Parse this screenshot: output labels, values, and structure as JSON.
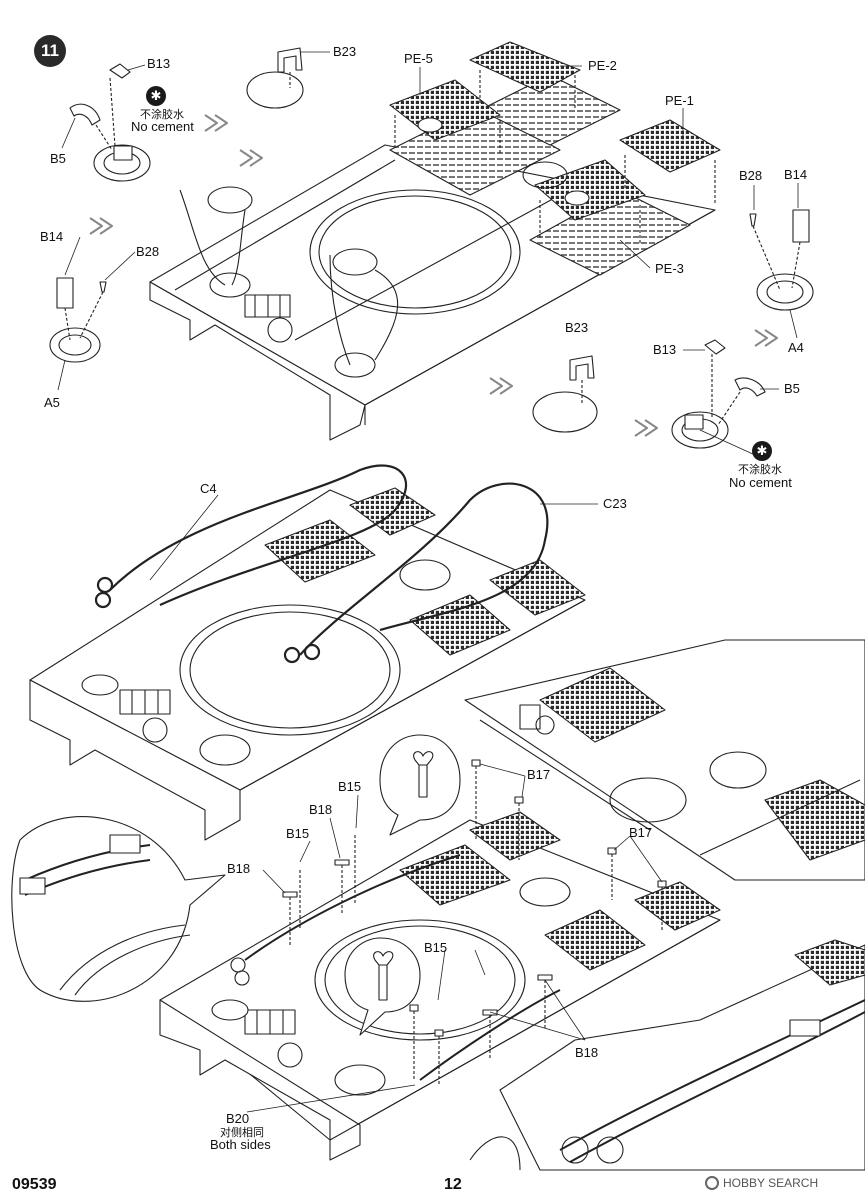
{
  "step": {
    "number": "11"
  },
  "labels": {
    "b13_top": "B13",
    "b23_top": "B23",
    "b5_top": "B5",
    "b14_left": "B14",
    "b28_left": "B28",
    "a5": "A5",
    "pe5": "PE-5",
    "pe2": "PE-2",
    "pe1": "PE-1",
    "pe3": "PE-3",
    "b28_right": "B28",
    "b14_right": "B14",
    "a4": "A4",
    "b23_mid": "B23",
    "b13_mid": "B13",
    "b5_mid": "B5",
    "c4": "C4",
    "c23": "C23",
    "b17_a": "B17",
    "b17_b": "B17",
    "b15_a": "B15",
    "b15_b": "B15",
    "b15_c": "B15",
    "b18_a": "B18",
    "b18_b": "B18",
    "b18_c": "B18",
    "b20": "B20"
  },
  "notes": {
    "no_cement_cn_1": "不涂胶水",
    "no_cement_en_1": "No cement",
    "no_cement_cn_2": "不涂胶水",
    "no_cement_en_2": "No cement",
    "both_sides_cn": "对侧相同",
    "both_sides_en": "Both sides"
  },
  "footer": {
    "product_code": "09539",
    "page_number": "12",
    "watermark": "HOBBY SEARCH"
  },
  "icons": [
    "no-cement-icon",
    "asterisk-glyph"
  ]
}
